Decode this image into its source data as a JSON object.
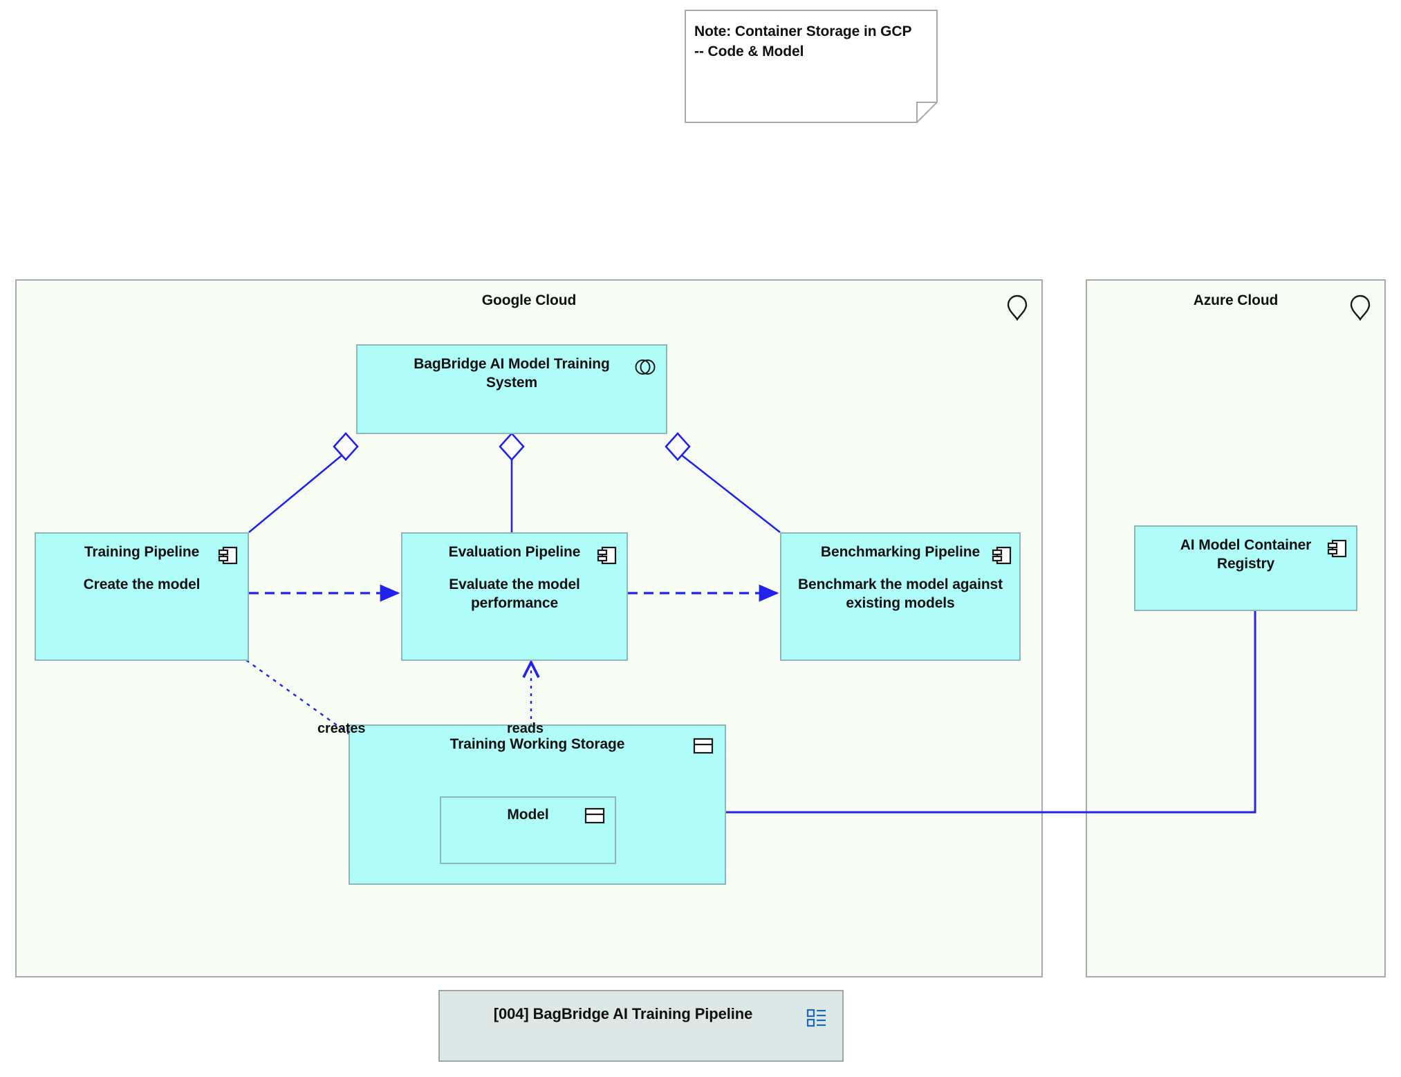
{
  "note": {
    "name": "note-container-storage",
    "text": "Note: Container Storage in GCP -- Code & Model"
  },
  "containers": [
    {
      "id": "google-cloud",
      "label": "Google Cloud",
      "icon": "location-pin-icon"
    },
    {
      "id": "azure-cloud",
      "label": "Azure Cloud",
      "icon": "location-pin-icon"
    }
  ],
  "nodes": {
    "system": {
      "title": "BagBridge AI Model Training System",
      "desc": "",
      "icon": "system-software-icon"
    },
    "training_pipeline": {
      "title": "Training Pipeline",
      "desc": "Create the model",
      "icon": "component-icon"
    },
    "evaluation_pipeline": {
      "title": "Evaluation Pipeline",
      "desc": "Evaluate the model performance",
      "icon": "component-icon"
    },
    "benchmarking_pipeline": {
      "title": "Benchmarking Pipeline",
      "desc": "Benchmark the model against existing models",
      "icon": "component-icon"
    },
    "training_working_storage": {
      "title": "Training Working Storage",
      "desc": "",
      "icon": "artifact-icon"
    },
    "model": {
      "title": "Model",
      "desc": "",
      "icon": "artifact-icon"
    },
    "registry": {
      "title": "AI Model Container Registry",
      "desc": "",
      "icon": "component-icon"
    }
  },
  "edge_labels": {
    "creates": "creates",
    "reads": "reads"
  },
  "footer": {
    "label": "[004] BagBridge AI Training Pipeline",
    "icon": "diagram-list-icon"
  },
  "colors": {
    "node_fill": "#AFFCF9",
    "node_border": "#8FB6B6",
    "container_fill": "#F7FDF5",
    "container_border": "#A9A9A9",
    "edge": "#2222EE",
    "footer_fill": "#DCE7E6",
    "text": "#101010"
  }
}
